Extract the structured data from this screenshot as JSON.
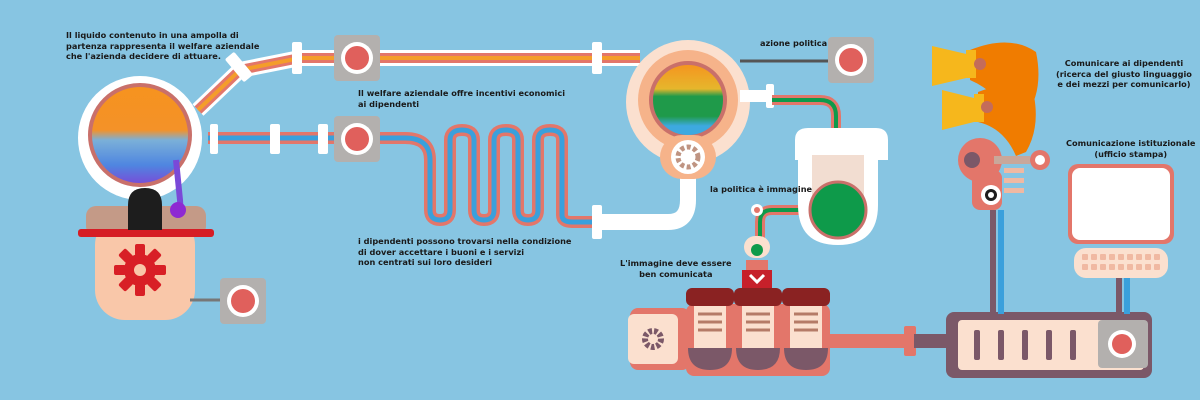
{
  "labels": {
    "ampolla": [
      "Il liquido contenuto in una ampolla di",
      "partenza rappresenta il welfare aziendale",
      "che l'azienda decidere di attuare."
    ],
    "welfare": [
      "Il welfare aziendale offre incentivi economici",
      "ai dipendenti"
    ],
    "dipendenti": [
      "i dipendenti possono trovarsi nella condizione",
      "di dover accettare i buoni e i servizi",
      "non centrati sui loro desideri"
    ],
    "azione": "azione politica",
    "politica_immagine": "la politica è immagine",
    "immagine": [
      "L'immagine deve essere",
      "ben comunicata"
    ],
    "comunicare": [
      "Comunicare ai dipendenti",
      "(ricerca del giusto linguaggio",
      "e dei mezzi per comunicarlo)"
    ],
    "istituzionale": [
      "Comunicazione istituzionale",
      "(ufficio stampa)"
    ]
  },
  "colors": {
    "background": "#87c5e2",
    "pipe_salmon": "#e3766a",
    "pipe_white": "#ffffff",
    "pipe_blue": "#3aa0dc",
    "pipe_orange": "#f49d2a",
    "flask_green": "#0e9a4a",
    "button_gray": "#b3b0ae",
    "button_red": "#e0605c",
    "gear_red": "#d81f26",
    "machine_plum": "#7b5868",
    "megaphone_orange": "#f07c00",
    "megaphone_yellow": "#f6b71c"
  },
  "icons": [
    "gear-icon",
    "megaphone-icon",
    "monitor-icon",
    "keyboard-icon",
    "flask-icon",
    "valve-button-icon"
  ]
}
